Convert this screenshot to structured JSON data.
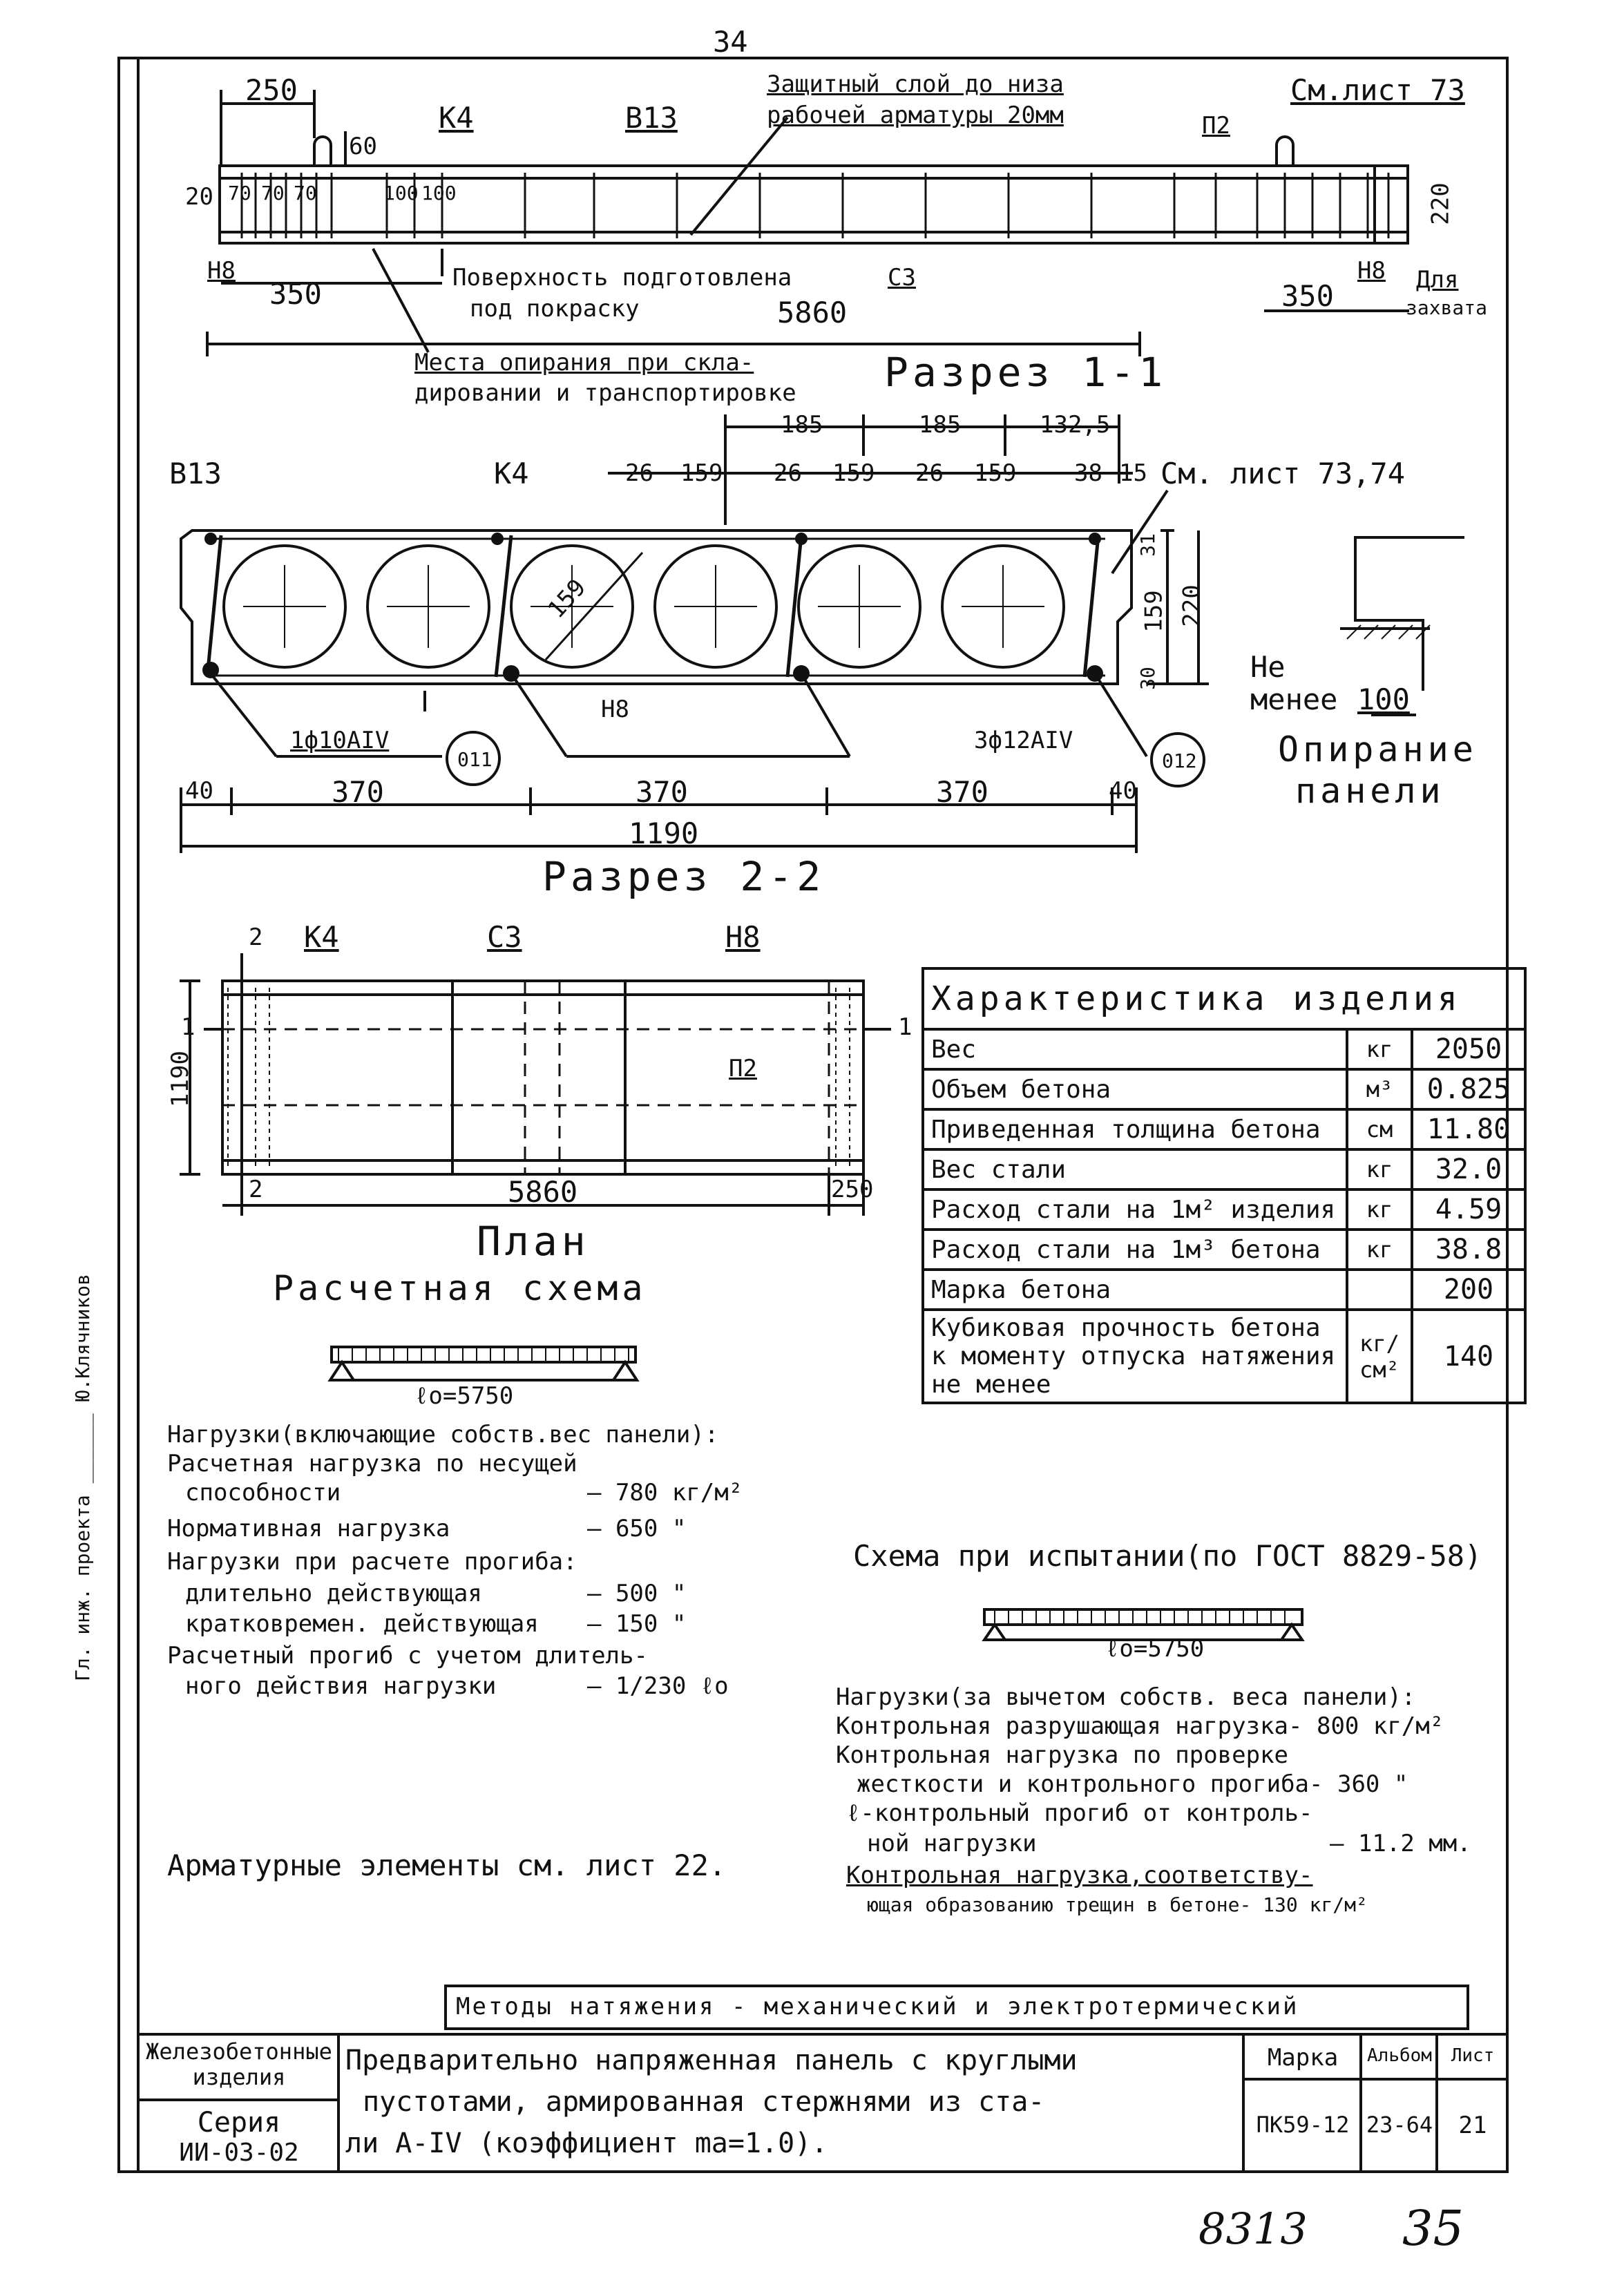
{
  "page": {
    "top_number": "34",
    "handwritten_number": "8313",
    "sheet_number": "35"
  },
  "section_1": {
    "dim_250": "250",
    "dim_60": "60",
    "label_k4": "К4",
    "label_b13": "В13",
    "note_cover": "Защитный слой до низа",
    "note_cover_2": "рабочей арматуры 20мм",
    "see_sheet": "См.лист 73",
    "label_p2": "П2",
    "dim_20": "20",
    "dim_70_1": "70",
    "dim_70_2": "70",
    "dim_70_3": "70",
    "dim_100_1": "100",
    "dim_100_2": "100",
    "dim_220": "220",
    "label_n8_left": "Н8",
    "label_n8_right": "Н8",
    "dim_350_left": "350",
    "dim_350_right": "350",
    "note_surface": "Поверхность подготовлена",
    "note_surface_2": "под покраску",
    "label_c3": "С3",
    "dim_5860": "5860",
    "note_grip": "Для",
    "note_grip_2": "захвата",
    "note_support": "Места опирания при скла-",
    "note_support_2": "дировании и транспортировке",
    "title": "Разрез 1-1"
  },
  "section_2": {
    "dim_185_1": "185",
    "dim_185_2": "185",
    "dim_1325": "132,5",
    "label_b13": "В13",
    "label_k4": "К4",
    "d26_1": "26",
    "d159_1": "159",
    "d26_2": "26",
    "d159_2": "159",
    "d26_3": "26",
    "d159_3": "159",
    "d38": "38",
    "d15": "15",
    "see_sheet": "См. лист 73,74",
    "diam_159": "159",
    "d31": "31",
    "d159_v": "159",
    "d220": "220",
    "d30": "30",
    "not_less": "Не",
    "not_less_2": "менее",
    "not_less_val": "100",
    "label_n8": "Н8",
    "rebar_left": "1ф10АIV",
    "rebar_right": "3ф12АIV",
    "bubble_left": "011",
    "bubble_right": "012",
    "support_title": "Опирание",
    "support_title_2": "панели",
    "d40_l": "40",
    "d370_1": "370",
    "d370_2": "370",
    "d370_3": "370",
    "d40_r": "40",
    "d1190": "1190",
    "title": "Разрез 2-2"
  },
  "plan": {
    "mark_2_top": "2",
    "label_k4": "К4",
    "label_c3": "С3",
    "label_n8": "Н8",
    "mark_1_left": "1",
    "mark_1_right": "1",
    "label_p2": "П2",
    "d1190": "1190",
    "mark_2_bottom": "2",
    "d5860": "5860",
    "d250": "250",
    "title": "План"
  },
  "calc_scheme": {
    "title": "Расчетная схема",
    "span": "ℓo=5750",
    "loads_head": "Нагрузки(включающие собств.вес панели):",
    "line_1": "Расчетная нагрузка по несущей",
    "line_1b": "способности",
    "val_1": "– 780 кг/м²",
    "line_2": "Нормативная нагрузка",
    "val_2": "– 650 \"",
    "line_3": "Нагрузки при расчете прогиба:",
    "line_4": "длительно действующая",
    "val_4": "– 500 \"",
    "line_5": "кратковремен. действующая",
    "val_5": "– 150 \"",
    "line_6": "Расчетный прогиб с учетом длитель-",
    "line_6b": "ного действия нагрузки",
    "val_6": "– 1/230 ℓo",
    "rebar_note": "Арматурные элементы см. лист 22."
  },
  "specs": {
    "title": "Характеристика изделия",
    "rows": [
      {
        "name": "Вес",
        "unit": "кг",
        "value": "2050"
      },
      {
        "name": "Объем бетона",
        "unit": "м³",
        "value": "0.825"
      },
      {
        "name": "Приведенная толщина бетона",
        "unit": "см",
        "value": "11.80"
      },
      {
        "name": "Вес стали",
        "unit": "кг",
        "value": "32.0"
      },
      {
        "name": "Расход стали на 1м² изделия",
        "unit": "кг",
        "value": "4.59"
      },
      {
        "name": "Расход стали на 1м³ бетона",
        "unit": "кг",
        "value": "38.8"
      },
      {
        "name": "Марка бетона",
        "unit": "",
        "value": "200"
      },
      {
        "name": "Кубиковая прочность бетона к моменту отпуска натяжения не менее",
        "unit": "кг/см²",
        "value": "140"
      }
    ]
  },
  "test_scheme": {
    "title": "Схема при испытании(по ГОСТ 8829-58)",
    "span": "ℓo=5750",
    "head": "Нагрузки(за вычетом собств. веса панели):",
    "line_1": "Контрольная разрушающая нагрузка- 800 кг/м²",
    "line_2": "Контрольная нагрузка по проверке",
    "line_3": "жесткости и контрольного прогиба- 360 \"",
    "line_4": "ℓ-контрольный прогиб от контроль-",
    "line_5": "ной нагрузки",
    "val_5": "– 11.2 мм.",
    "line_6": "Контрольная нагрузка,соответству-",
    "line_7": "ющая образованию трещин в бетоне- 130 кг/м²"
  },
  "side_note": "Гл. инж. проекта ______ Ю.Клячников",
  "title_block": {
    "methods": "Методы натяжения - механический и электротермический",
    "category": "Железобетонные изделия",
    "series_label": "Серия",
    "series": "ИИ-03-02",
    "description_1": "Предварительно напряженная панель с круглыми",
    "description_2": "пустотами, армированная стержнями из ста-",
    "description_3": "ли A-IV (коэффициент ma=1.0).",
    "mark_label": "Марка",
    "album_label": "Альбом",
    "sheet_label": "Лист",
    "mark": "ПК59-12",
    "album": "23-64",
    "sheet": "21"
  }
}
